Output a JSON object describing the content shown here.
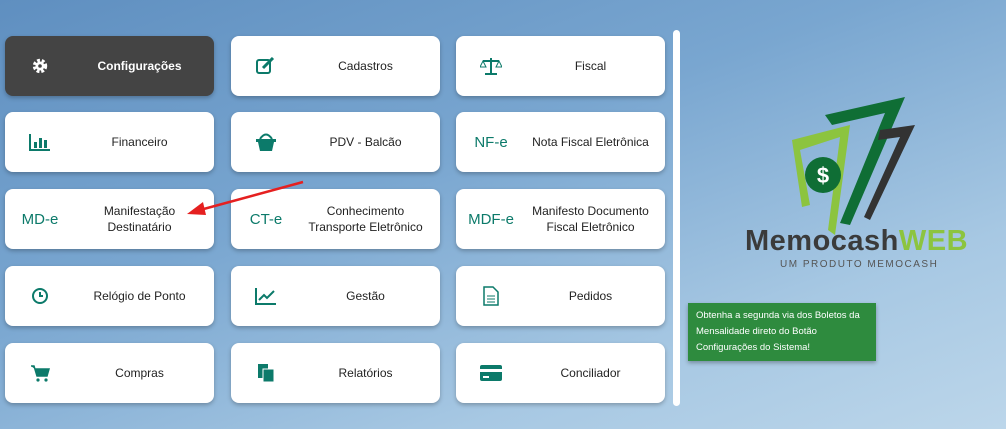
{
  "tiles": [
    {
      "label": "Configurações",
      "icon": "gear-icon"
    },
    {
      "label": "Cadastros",
      "icon": "edit-icon"
    },
    {
      "label": "Fiscal",
      "icon": "scale-icon"
    },
    {
      "label": "Financeiro",
      "icon": "bar-chart-icon"
    },
    {
      "label": "PDV - Balcão",
      "icon": "basket-icon"
    },
    {
      "label": "Nota Fiscal Eletrônica",
      "icon_text": "NF-e"
    },
    {
      "label": "Manifestação Destinatário",
      "icon_text": "MD-e"
    },
    {
      "label": "Conhecimento Transporte Eletrônico",
      "icon_text": "CT-e"
    },
    {
      "label": "Manifesto Documento Fiscal Eletrônico",
      "icon_text": "MDF-e"
    },
    {
      "label": "Relógio de Ponto",
      "icon": "clock-icon"
    },
    {
      "label": "Gestão",
      "icon": "trending-up-icon"
    },
    {
      "label": "Pedidos",
      "icon": "document-icon"
    },
    {
      "label": "Compras",
      "icon": "cart-icon"
    },
    {
      "label": "Relatórios",
      "icon": "files-icon"
    },
    {
      "label": "Conciliador",
      "icon": "credit-card-icon"
    }
  ],
  "brand": {
    "name_main": "Memocash",
    "name_accent": "WEB",
    "tagline": "UM PRODUTO MEMOCASH"
  },
  "toast": {
    "text": "Obtenha a segunda via dos Boletos da Mensalidade direto do Botão Configurações do Sistema!"
  },
  "colors": {
    "accent": "#0c7a6a",
    "toast": "#2e8b3e",
    "brand_green": "#8cc43f",
    "dark_tile": "#444444"
  }
}
